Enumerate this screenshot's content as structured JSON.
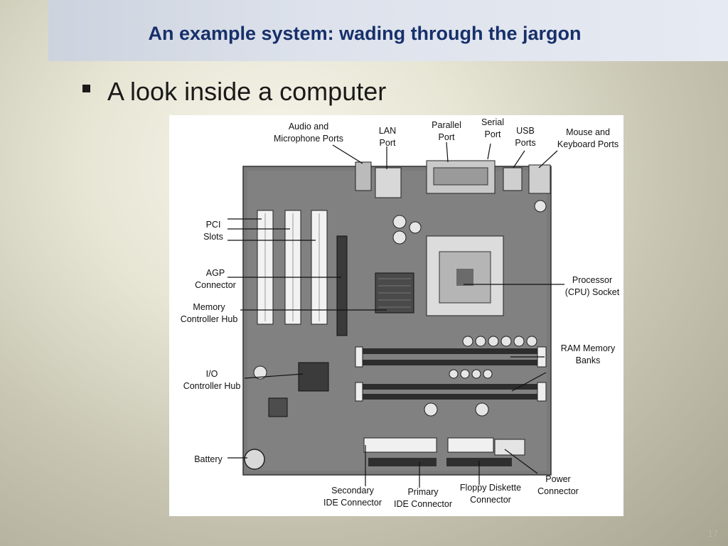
{
  "slide": {
    "title": "An example system: wading through the jargon",
    "bullet": "A look inside a computer",
    "page_number": "17"
  },
  "figure": {
    "labels": {
      "audio": "Audio and\nMicrophone Ports",
      "lan": "LAN\nPort",
      "parallel": "Parallel\nPort",
      "serial": "Serial\nPort",
      "usb": "USB\nPorts",
      "mouse": "Mouse and\nKeyboard Ports",
      "pci": "PCI\nSlots",
      "agp": "AGP\nConnector",
      "mch": "Memory\nController Hub",
      "cpu": "Processor\n(CPU) Socket",
      "ram": "RAM Memory\nBanks",
      "ioch": "I/O\nController Hub",
      "battery": "Battery",
      "secondary_ide": "Secondary\nIDE Connector",
      "primary_ide": "Primary\nIDE Connector",
      "floppy": "Floppy Diskette\nConnector",
      "power": "Power\nConnector"
    }
  }
}
